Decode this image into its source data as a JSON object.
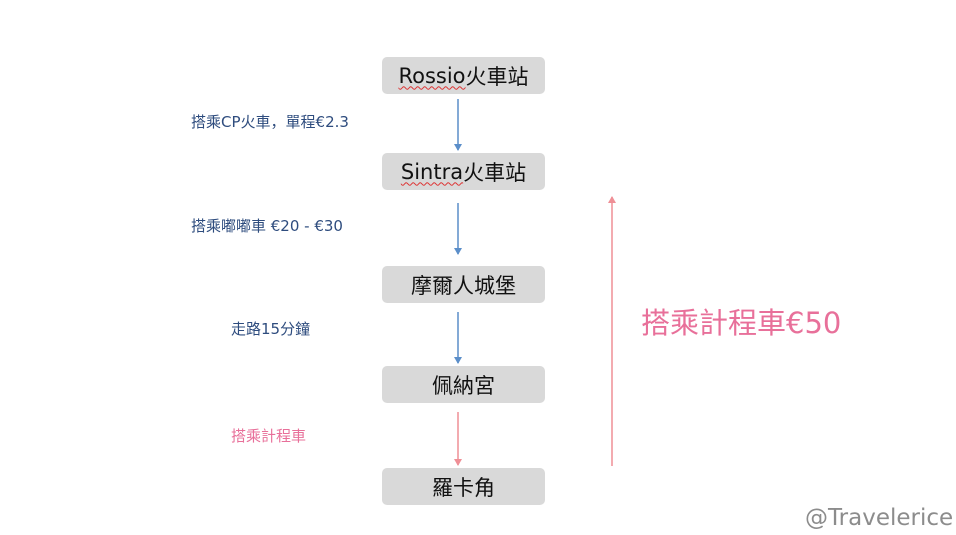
{
  "nodes": [
    {
      "main": "Rossio",
      "suffix": "火車站"
    },
    {
      "main": "Sintra",
      "suffix": "火車站"
    },
    {
      "main": "摩爾人城堡",
      "suffix": ""
    },
    {
      "main": "佩納宮",
      "suffix": ""
    },
    {
      "main": "羅卡角",
      "suffix": ""
    }
  ],
  "steps": [
    {
      "label": "搭乘CP火車，單程€2.3"
    },
    {
      "label": "搭乘嘟嘟車 €20 - €30"
    },
    {
      "label": "走路15分鐘"
    },
    {
      "label": "搭乘計程車"
    }
  ],
  "shortcut": {
    "label": "搭乘計程車€50"
  },
  "watermark": "@Travelerice",
  "colors": {
    "blue_arrow": "#5b8ec9",
    "pink_arrow": "#ef8f96",
    "step_text": "#2e4c7e",
    "pink_text": "#e8709a",
    "node_fill": "#d9d9d9"
  }
}
